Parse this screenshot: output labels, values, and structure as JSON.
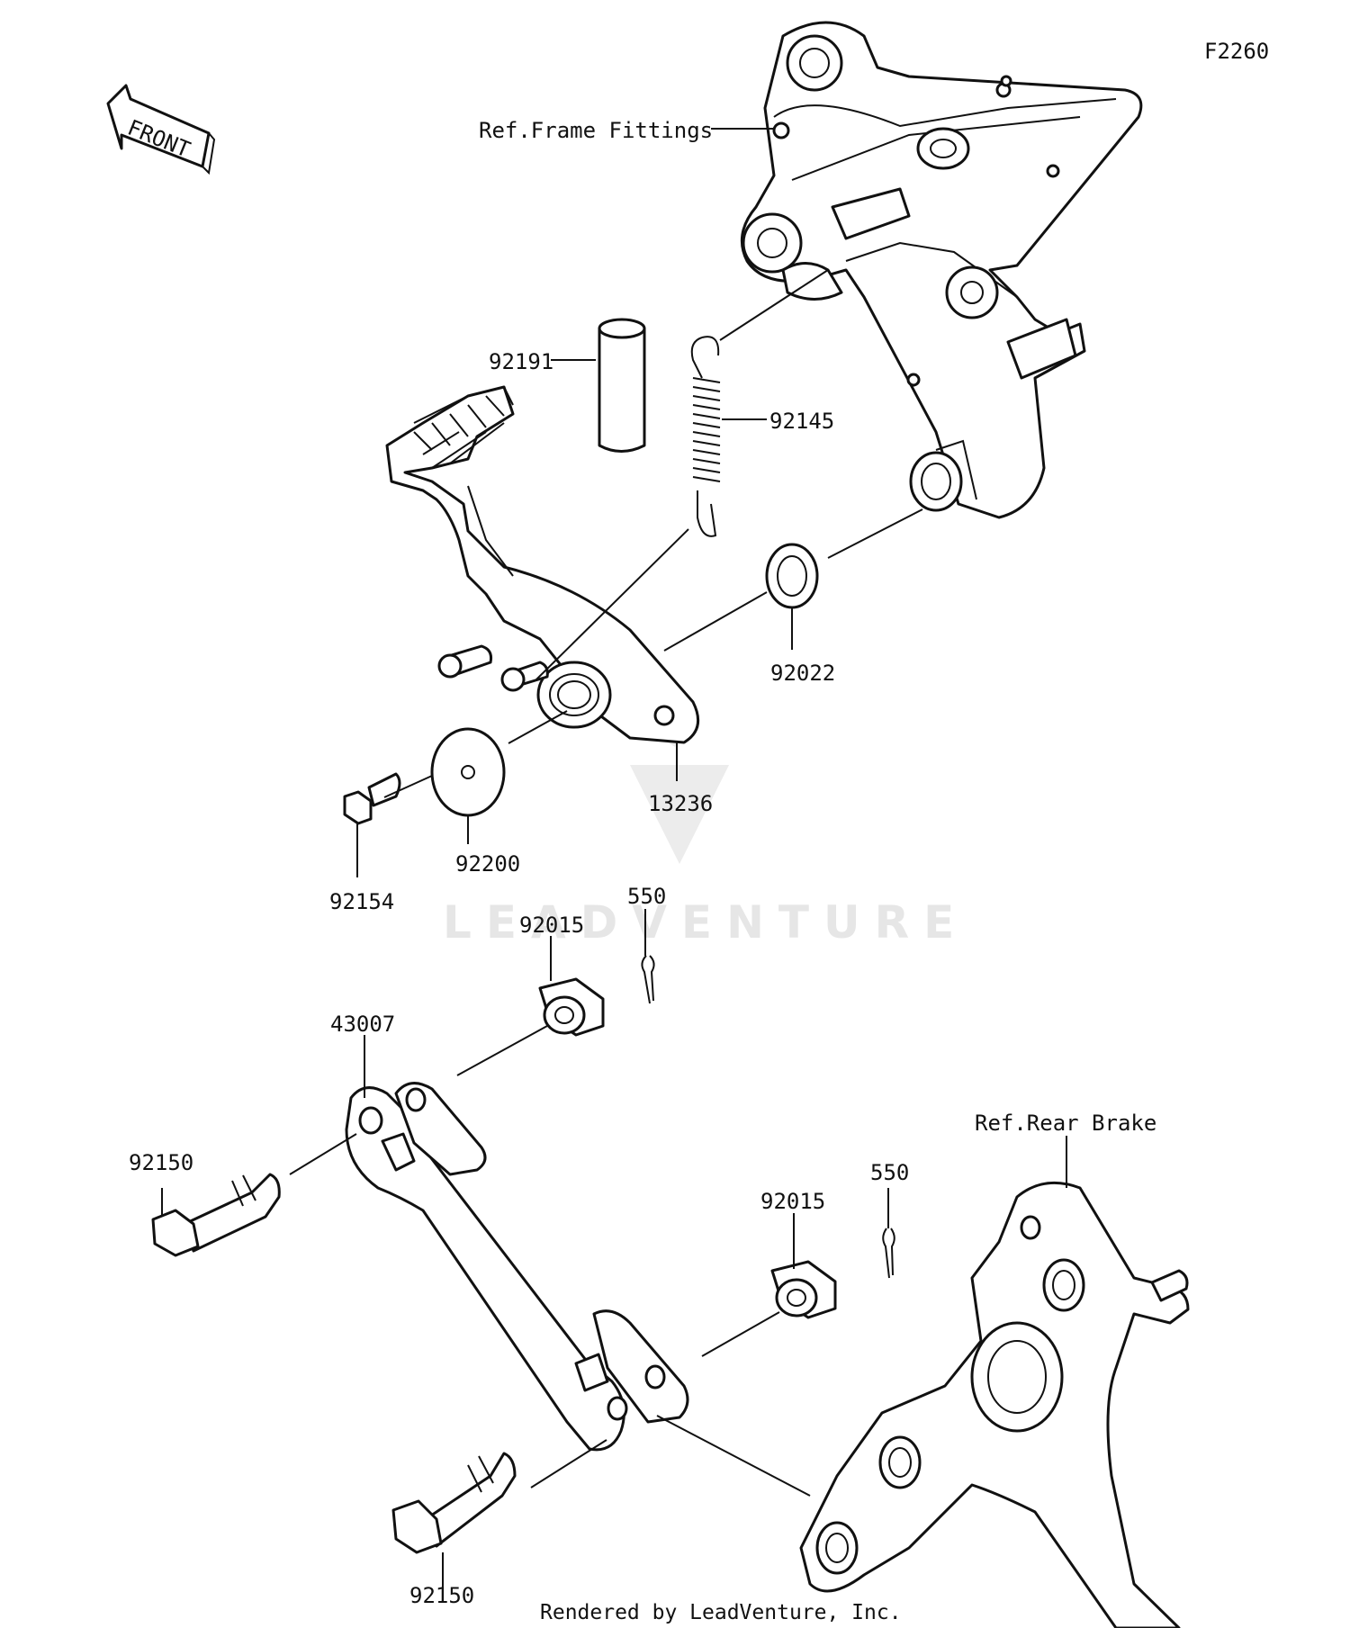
{
  "diagram_code": "F2260",
  "front_indicator": "FRONT",
  "watermark": "LEADVENTURE",
  "credit": "Rendered by LeadVenture, Inc.",
  "callouts": {
    "ref_frame": "Ref.Frame Fittings",
    "ref_brake": "Ref.Rear Brake",
    "p92191": "92191",
    "p92145": "92145",
    "p92022": "92022",
    "p13236": "13236",
    "p92200": "92200",
    "p92154": "92154",
    "p92015_top": "92015",
    "p550_top": "550",
    "p43007": "43007",
    "p92150_top": "92150",
    "p92015_bottom": "92015",
    "p550_bottom": "550",
    "p92150_bottom": "92150"
  }
}
